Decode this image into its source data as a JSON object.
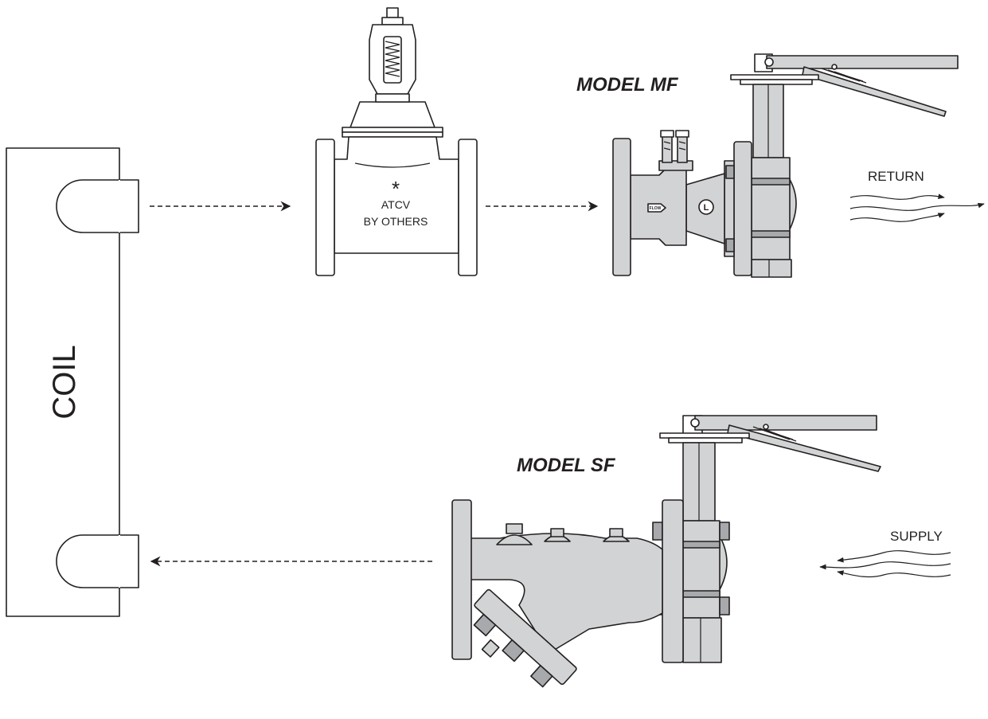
{
  "labels": {
    "coil": "COIL",
    "atcv_mark": "*",
    "atcv_line1": "ATCV",
    "atcv_line2": "BY OTHERS",
    "model_mf": "MODEL MF",
    "model_sf": "MODEL SF",
    "return": "RETURN",
    "supply": "SUPPLY",
    "flow_badge": "FLOW",
    "l_badge": "L"
  },
  "colors": {
    "ink": "#231f20",
    "body_fill": "#d1d3d4",
    "shade_fill": "#a7a9ac",
    "background": "#ffffff"
  }
}
